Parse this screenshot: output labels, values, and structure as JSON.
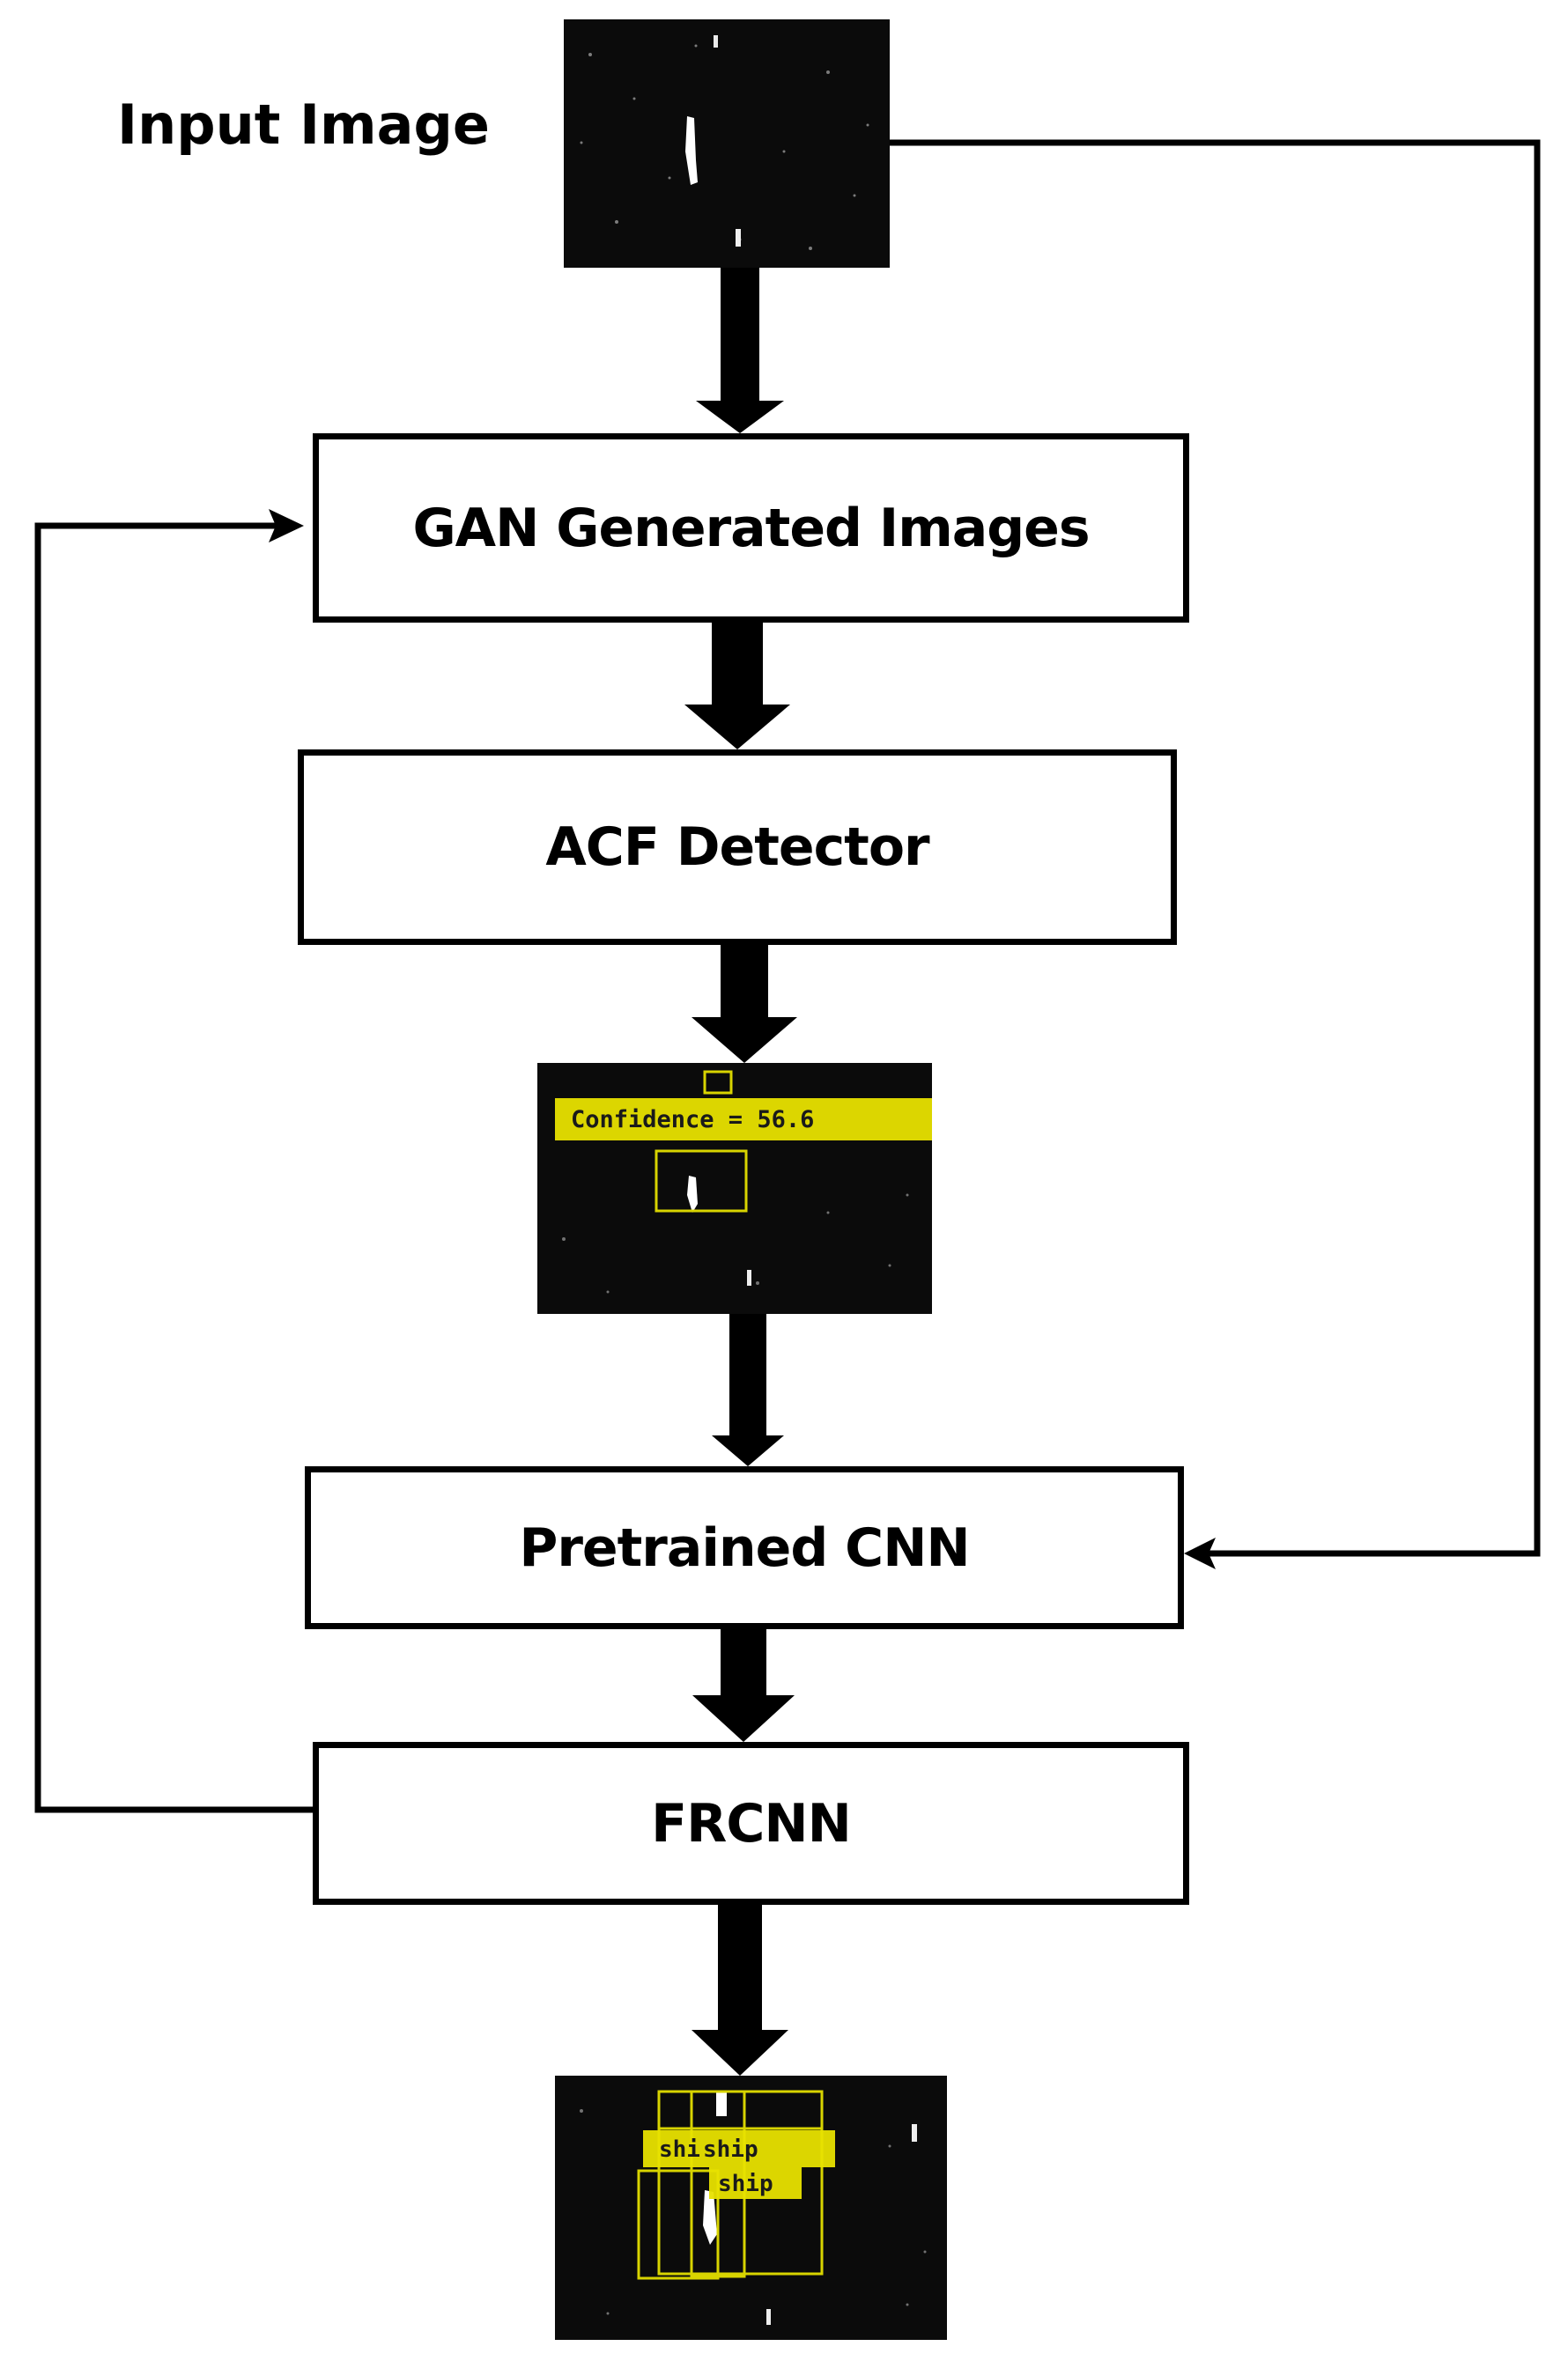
{
  "input_label": "Input Image",
  "boxes": {
    "gan": "GAN Generated Images",
    "acf": "ACF Detector",
    "cnn": "Pretrained CNN",
    "frcnn": "FRCNN"
  },
  "acf_output": {
    "confidence_label": "Confidence = 56.6"
  },
  "frcnn_output": {
    "detections": [
      "shi",
      "ship",
      "ship"
    ]
  },
  "colors": {
    "stroke": "#000000",
    "image_bg": "#0b0b0b",
    "detection_box": "#d8d400"
  }
}
